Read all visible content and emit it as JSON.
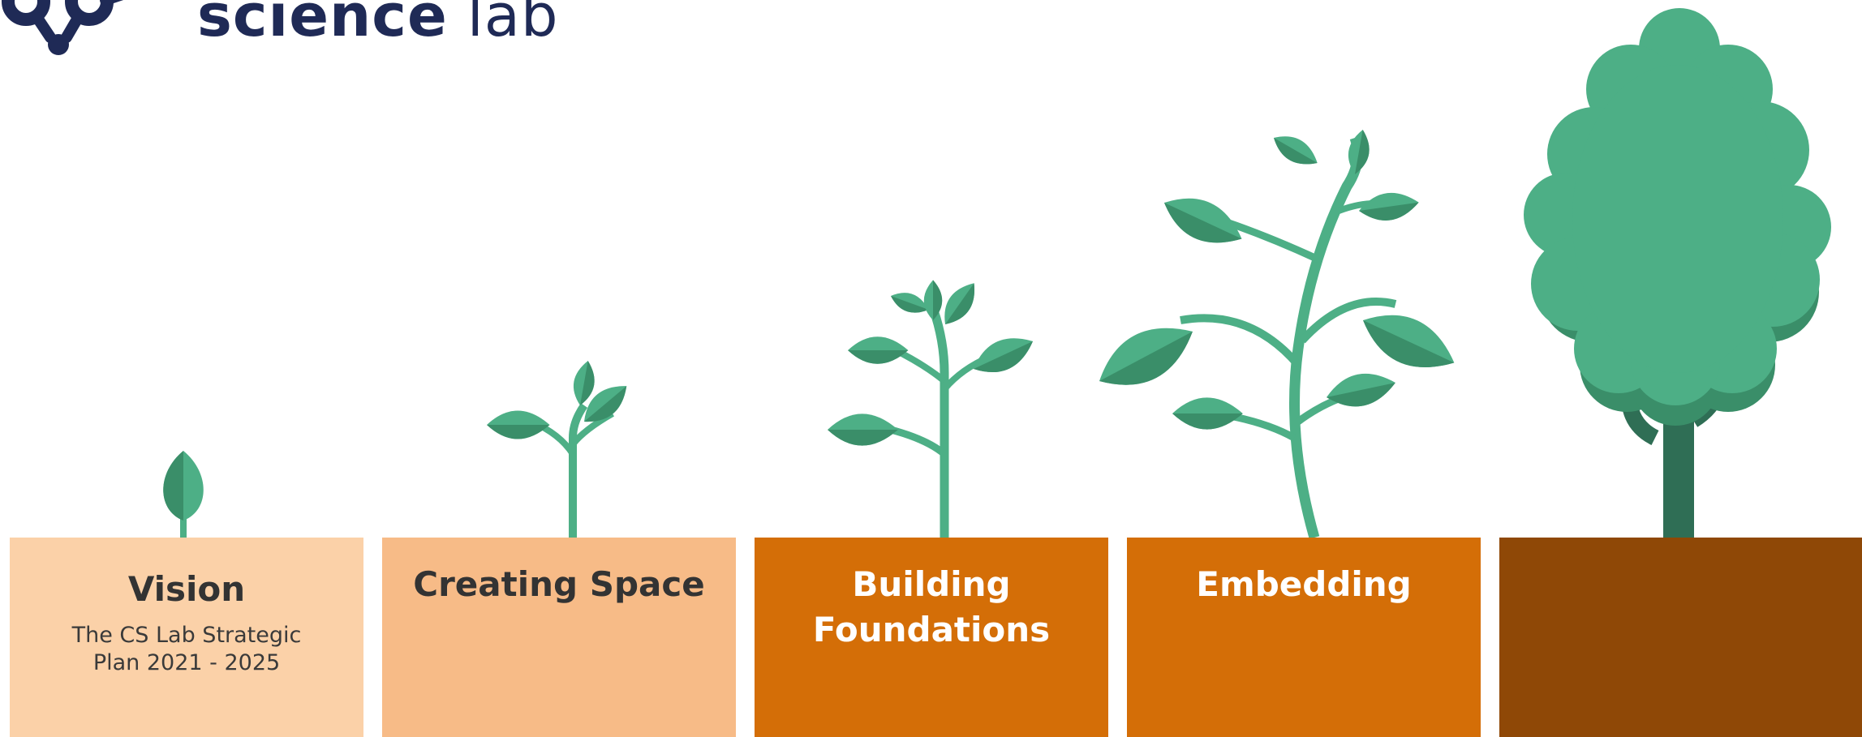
{
  "logo": {
    "word_bold": "science",
    "word_light": "lab"
  },
  "stages": [
    {
      "title": "Vision",
      "subtitle": "The CS Lab Strategic Plan 2021 - 2025",
      "plant": "seedling-icon"
    },
    {
      "title": "Creating Space",
      "subtitle": "",
      "plant": "sprout-icon"
    },
    {
      "title": "Building Foundations",
      "subtitle": "",
      "plant": "young-plant-icon"
    },
    {
      "title": "Embedding",
      "subtitle": "",
      "plant": "leafy-plant-icon"
    },
    {
      "title": "",
      "subtitle": "",
      "plant": "tree-icon"
    }
  ],
  "colors": {
    "leaf": "#4daf86",
    "leaf_shade": "#3a8e69",
    "trunk": "#2f6e55",
    "logo_navy": "#1f2a56",
    "stage_1": "#fbd1a8",
    "stage_2": "#f7bb87",
    "stage_3": "#d46e07",
    "stage_4": "#d46e07",
    "stage_5": "#8f4806"
  }
}
